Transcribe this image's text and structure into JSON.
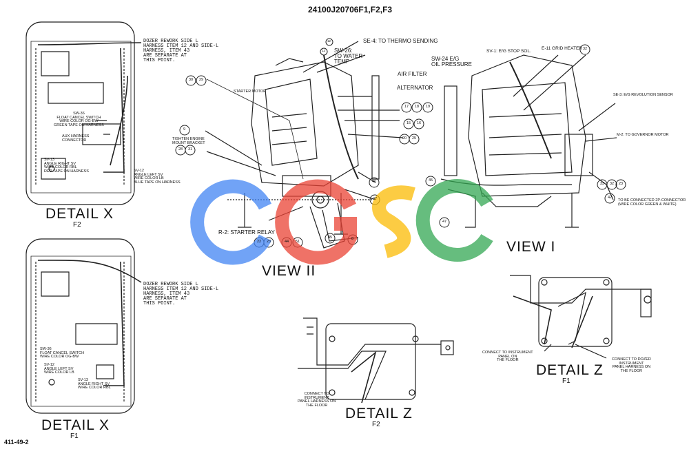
{
  "header": {
    "title": "24100J20706F1,F2,F3"
  },
  "footer": {
    "code": "411-49-2"
  },
  "detail_x_f2": {
    "title": "DETAIL X",
    "sub": "F2",
    "note": "DOZER REWORK SIDE L\nHARNESS ITEM 12 AND SIDE-L\nHARNESS, ITEM 43\nARE SEPARATE AT\nTHIS POINT.",
    "sw36": "SW-36\nFLOAT CANCEL SWITCH\nWIRE COLOR OG-BW\nGREEN TAPE ON HARNESS",
    "aux": "AUX HARNESS\nCONNECTOR",
    "sv13": "SV-13\nANGLE RIGHT SV\nWIRE COLOR RBL\nRED TAPE ON HARNESS",
    "sv12": "SV-12\nANGLE LEFT SV\nWIRE COLOR LB\nBLUE TAPE ON HARNESS"
  },
  "detail_x_f1": {
    "title": "DETAIL X",
    "sub": "F1",
    "note": "DOZER REWORK SIDE L\nHARNESS ITEM 12 AND SIDE-L\nHARNESS, ITEM 43\nARE SEPARATE AT\nTHIS POINT.",
    "sw36": "SW-36\nFLOAT CANCEL SWITCH\nWIRE COLOR OG-BW",
    "sv12": "SV-12\nANGLE LEFT SV\nWIRE COLOR LB",
    "sv13": "SV-13\nANGLE RIGHT SV\nWIRE COLOR RBL"
  },
  "view2": {
    "title": "VIEW II",
    "se4": "SE-4: TO THERMO SENDING",
    "sw26": "SW-26:\nTO WATER\nTEMP",
    "air": "AIR FILTER",
    "alt": "ALTERNATOR",
    "starter": "STARTER MOTOR",
    "tighten": "TIGHTEN ENGINE\nMOUNT BRACKET",
    "relay": "R-2: STARTER RELAY"
  },
  "view1": {
    "title": "VIEW I",
    "sw24": "SW-24 E/G\nOIL PRESSURE",
    "sv1": "SV-1: E/G STOP SOL.",
    "e11": "E-11 GRID HEATER",
    "se3": "SE-3: E/G REVOLUTION SENSOR",
    "m2": "M-2: TO GOVERNOR MOTOR",
    "connect": "TO BE CONNECTED 2P-CONNECTOR\n(WIRE COLOR GREEN & WHITE)"
  },
  "detail_z_f2": {
    "title": "DETAIL Z",
    "sub": "F2",
    "note": "CONNECT TO\nINSTRUMENT\nPANEL HARNESS ON\nTHE FLOOR"
  },
  "detail_z_f1": {
    "title": "DETAIL Z",
    "sub": "F1",
    "note1": "CONNECT TO INSTRUMENT\nPANEL ON\nTHE FLOOR",
    "note2": "CONNECT TO DOZER\nINSTRUMENT\nPANEL HARNESS ON\nTHE FLOOR"
  },
  "callouts": {
    "c30": "30",
    "c29": "29",
    "c9": "9",
    "c28": "28",
    "c31": "31",
    "c12a": "12",
    "c12b": "12",
    "c32": "32",
    "c17": "17",
    "c18": "18",
    "c19": "19",
    "c15": "15",
    "c16": "16",
    "c20": "20",
    "c25": "25",
    "c46": "46",
    "c47": "47",
    "c45": "45",
    "c8": "8",
    "c22": "22",
    "c23": "23",
    "c44": "44",
    "c51": "51",
    "c45b": "45",
    "c47b": "47",
    "c33": "33",
    "c32b": "32",
    "c23b": "23",
    "c42": "42"
  },
  "watermark": {
    "text": "CGSC",
    "colors": [
      "#4285F4",
      "#EA4335",
      "#FBBC05",
      "#34A853"
    ]
  }
}
